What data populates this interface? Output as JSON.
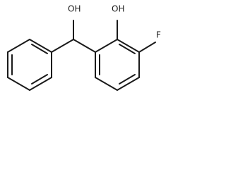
{
  "labels": {
    "hydroxyl_carbinol": "OH",
    "hydroxyl_phenol": "OH",
    "fluorine": "F"
  },
  "colors": {
    "bond": "#1a1a1a",
    "background": "#ffffff"
  }
}
